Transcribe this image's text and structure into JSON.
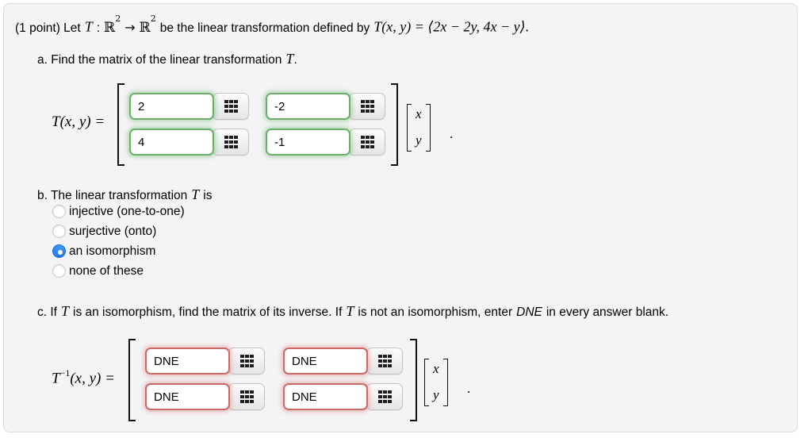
{
  "panel": {
    "bg": "#f4f4f6",
    "border": "#dcdcdc"
  },
  "intro": {
    "prefix": "(1 point) Let",
    "T": "T",
    "colon": ":",
    "R": "ℝ",
    "exp": "2",
    "arrow": "→",
    "middle": "be the linear transformation defined by",
    "formula": "T(x, y) = ⟨2x − 2y, 4x − y⟩."
  },
  "part_a": {
    "text": "a. Find the matrix of the linear transformation",
    "T": "T",
    "period": ".",
    "matrix": {
      "label": "T(x, y) =",
      "entries": [
        [
          "2",
          "-2"
        ],
        [
          "4",
          "-1"
        ]
      ],
      "status": "correct",
      "vector": {
        "top": "x",
        "bottom": "y"
      },
      "period": "."
    }
  },
  "part_b": {
    "prefix": "b. The linear transformation",
    "T": "T",
    "suffix": "is",
    "options": [
      {
        "label": "injective (one-to-one)",
        "selected": false
      },
      {
        "label": "surjective (onto)",
        "selected": false
      },
      {
        "label": "an isomorphism",
        "selected": true
      },
      {
        "label": "none of these",
        "selected": false
      }
    ]
  },
  "part_c": {
    "seg1": "c. If",
    "T1": "T",
    "seg2": "is an isomorphism, find the matrix of its inverse. If",
    "T2": "T",
    "seg3": "is not an isomorphism, enter",
    "dne": "DNE",
    "seg4": "in every answer blank.",
    "matrix": {
      "label_T": "T",
      "label_sup": "−1",
      "label_rest": "(x, y) =",
      "entries": [
        [
          "DNE",
          "DNE"
        ],
        [
          "DNE",
          "DNE"
        ]
      ],
      "status": "incorrect",
      "vector": {
        "top": "x",
        "bottom": "y"
      },
      "period": "."
    }
  },
  "icons": {
    "matrix_editor": "grid-icon"
  },
  "colors": {
    "correct_border": "#6ab06a",
    "incorrect_border": "#c96a66",
    "radio_selected": "#2f87f2"
  }
}
